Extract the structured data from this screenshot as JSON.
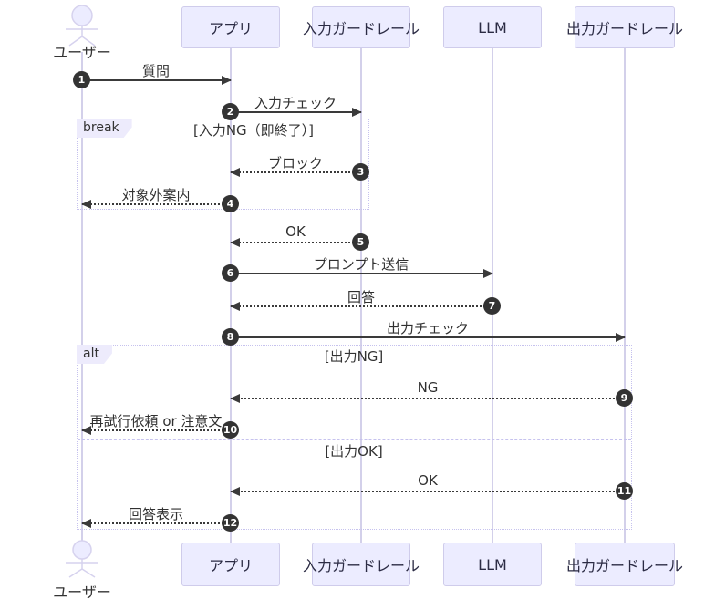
{
  "participants": [
    {
      "id": "user",
      "label": "ユーザー",
      "type": "actor"
    },
    {
      "id": "app",
      "label": "アプリ",
      "type": "participant"
    },
    {
      "id": "input-guardrail",
      "label": "入力ガードレール",
      "type": "participant"
    },
    {
      "id": "llm",
      "label": "LLM",
      "type": "participant"
    },
    {
      "id": "output-guardrail",
      "label": "出力ガードレール",
      "type": "participant"
    }
  ],
  "messages": [
    {
      "seq": "1",
      "label": "質問",
      "from": "user",
      "to": "app",
      "style": "solid"
    },
    {
      "seq": "2",
      "label": "入力チェック",
      "from": "app",
      "to": "input-guardrail",
      "style": "solid"
    },
    {
      "seq": "3",
      "label": "ブロック",
      "from": "input-guardrail",
      "to": "app",
      "style": "dashed"
    },
    {
      "seq": "4",
      "label": "対象外案内",
      "from": "app",
      "to": "user",
      "style": "dashed"
    },
    {
      "seq": "5",
      "label": "OK",
      "from": "input-guardrail",
      "to": "app",
      "style": "dashed"
    },
    {
      "seq": "6",
      "label": "プロンプト送信",
      "from": "app",
      "to": "llm",
      "style": "solid"
    },
    {
      "seq": "7",
      "label": "回答",
      "from": "llm",
      "to": "app",
      "style": "dashed"
    },
    {
      "seq": "8",
      "label": "出力チェック",
      "from": "app",
      "to": "output-guardrail",
      "style": "solid"
    },
    {
      "seq": "9",
      "label": "NG",
      "from": "output-guardrail",
      "to": "app",
      "style": "dashed"
    },
    {
      "seq": "10",
      "label": "再試行依頼 or 注意文",
      "from": "app",
      "to": "user",
      "style": "dashed"
    },
    {
      "seq": "11",
      "label": "OK",
      "from": "output-guardrail",
      "to": "app",
      "style": "dashed"
    },
    {
      "seq": "12",
      "label": "回答表示",
      "from": "app",
      "to": "user",
      "style": "dashed"
    }
  ],
  "blocks": {
    "break": {
      "label": "break",
      "condition": "[入力NG（即終了）]"
    },
    "alt": {
      "label": "alt",
      "condition_ng": "[出力NG]",
      "condition_ok": "[出力OK]"
    }
  },
  "colors": {
    "participant_fill": "#ececff",
    "participant_border": "#cfcceb",
    "lifeline": "#d3d0ea",
    "arrow": "#3a3a3a",
    "sequence_badge": "#333333",
    "block_border": "#c6c2ee"
  }
}
